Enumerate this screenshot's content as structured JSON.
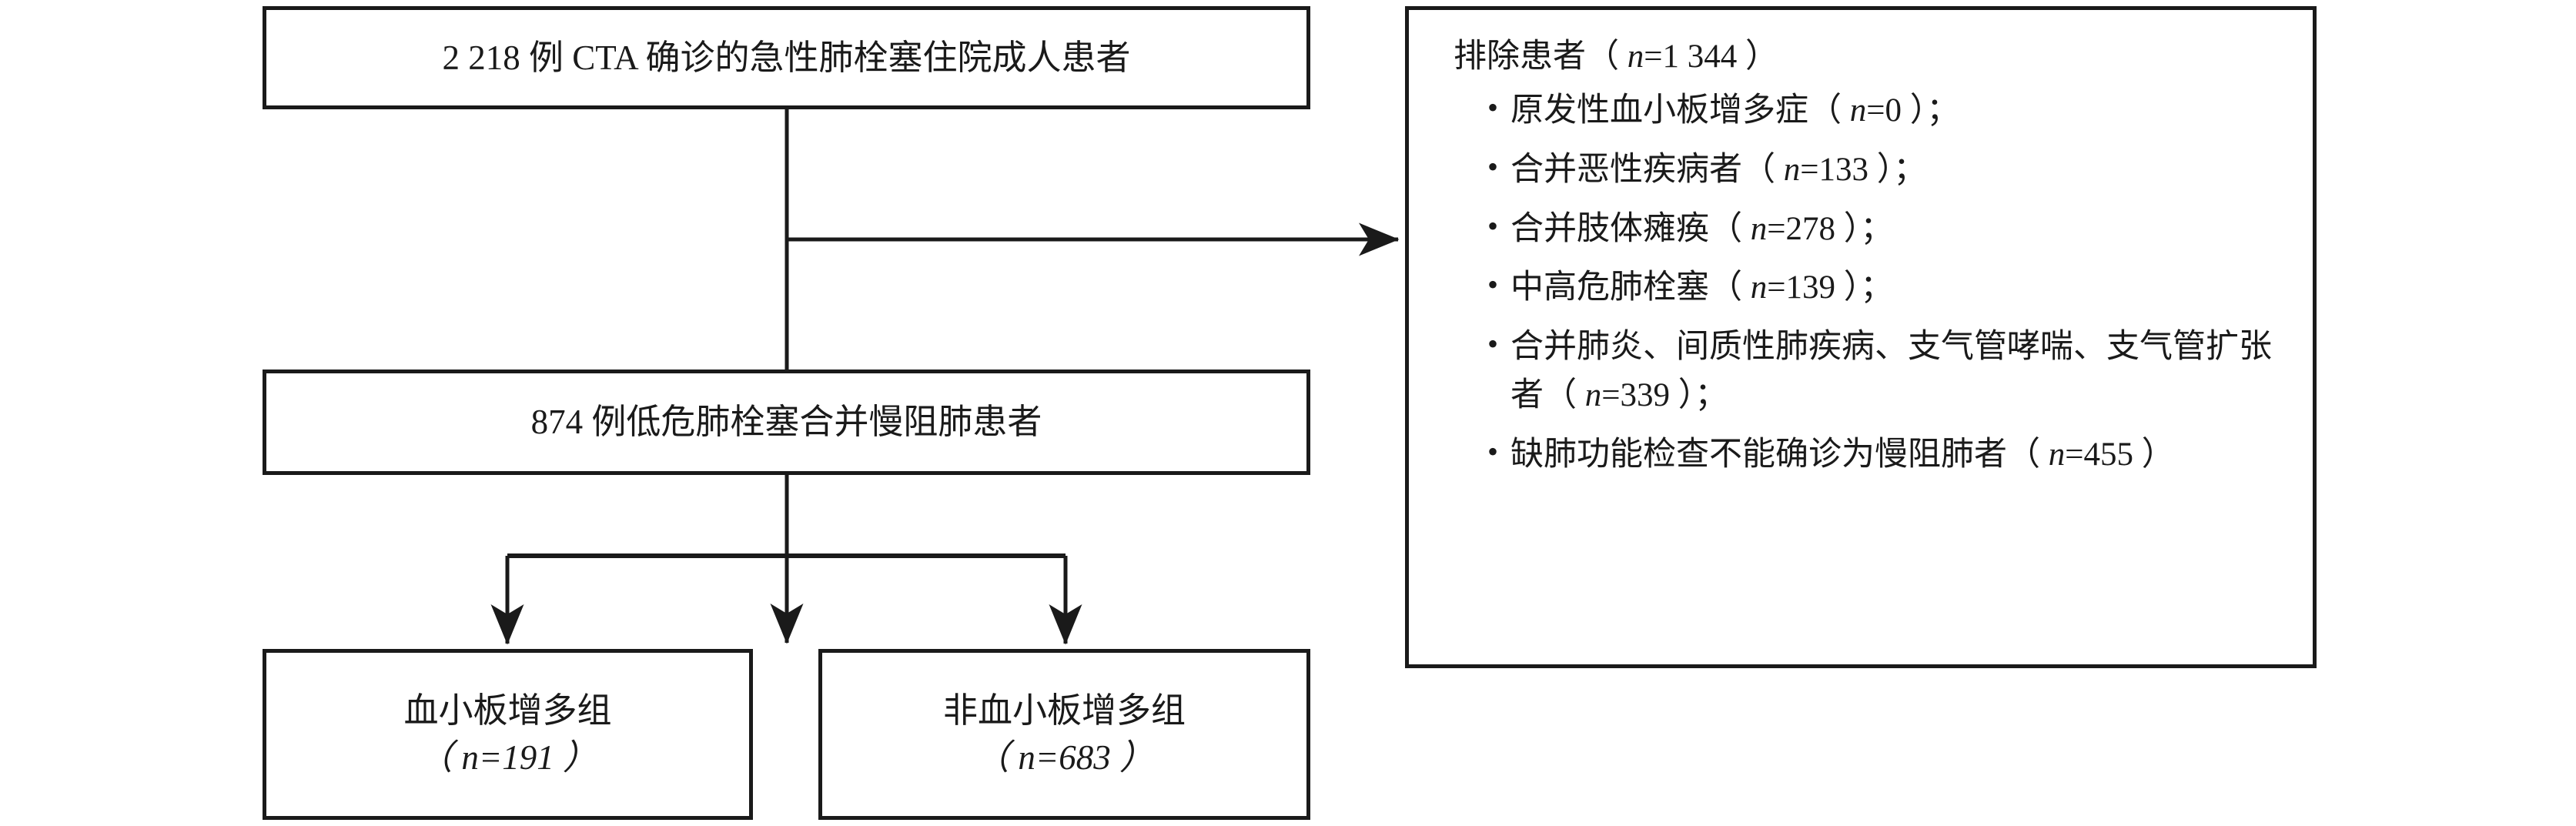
{
  "diagram": {
    "title": "Patient selection flow diagram",
    "line_color": "#1a1a1a",
    "background_color": "#ffffff",
    "nodes": {
      "cohort": {
        "text": "2 218 例 CTA 确诊的急性肺栓塞住院成人患者",
        "count": 2218
      },
      "eligible": {
        "text": "874 例低危肺栓塞合并慢阻肺患者",
        "count": 874
      },
      "group_thrombocytosis": {
        "label": "血小板增多组",
        "n_text": "（ n=191 ）",
        "count": 191
      },
      "group_non_thrombocytosis": {
        "label": "非血小板增多组",
        "n_text": "（ n=683 ）",
        "count": 683
      },
      "excluded": {
        "title": "排除患者（ n=1 344 ）",
        "total": 1344,
        "items": [
          {
            "text": "原发性血小板增多症（ n=0 ）；",
            "count": 0
          },
          {
            "text": "合并恶性疾病者（ n=133 ）；",
            "count": 133
          },
          {
            "text": "合并肢体瘫痪（ n=278 ）；",
            "count": 278
          },
          {
            "text": "中高危肺栓塞（ n=139 ）；",
            "count": 139
          },
          {
            "text": "合并肺炎、间质性肺疾病、支气管哮喘、支气管扩张者（ n=339 ）；",
            "count": 339
          },
          {
            "text": "缺肺功能检查不能确诊为慢阻肺者（ n=455 ）",
            "count": 455
          }
        ]
      }
    }
  }
}
